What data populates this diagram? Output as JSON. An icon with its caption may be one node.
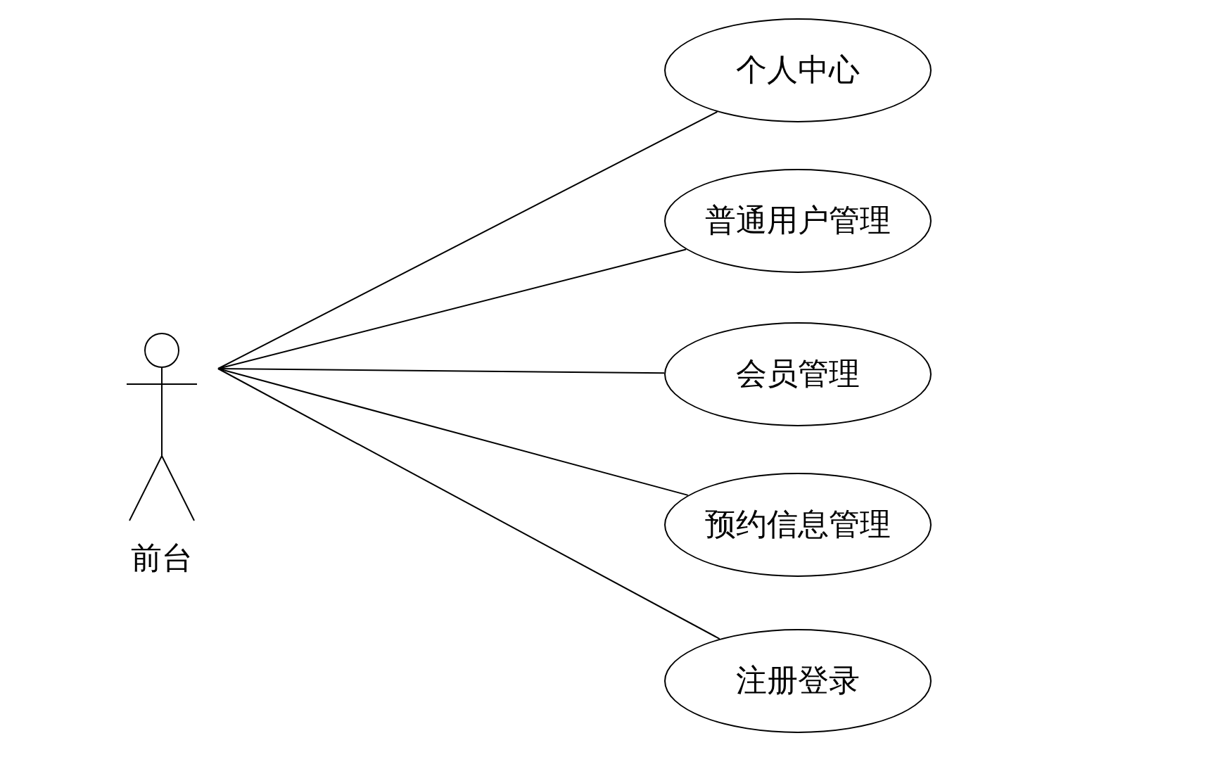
{
  "diagram": {
    "nodes": [
      {
        "text": [
          "前台"
        ]
      },
      {
        "text": [
          "个人中心"
        ]
      },
      {
        "text": [
          "普通用户管理"
        ]
      },
      {
        "text": [
          "会员管理"
        ]
      },
      {
        "text": [
          "预约信息管理"
        ]
      },
      {
        "text": [
          "注册登录"
        ]
      }
    ],
    "edges": [
      {
        "from": 0,
        "to": 1,
        "arrow": "none"
      },
      {
        "from": 0,
        "to": 2,
        "arrow": "none"
      },
      {
        "from": 0,
        "to": 3,
        "arrow": "none"
      },
      {
        "from": 0,
        "to": 4,
        "arrow": "none"
      },
      {
        "from": 0,
        "to": 5,
        "arrow": "none"
      }
    ]
  }
}
